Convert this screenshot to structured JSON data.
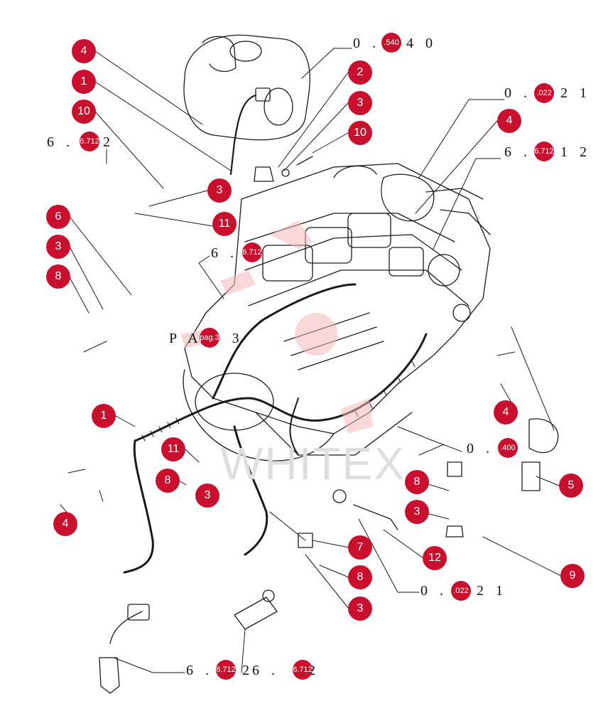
{
  "palette": {
    "callout": "#c8102e",
    "line": "#1a1a1a",
    "watermark": "#dedede",
    "logo": "#f2b8b8"
  },
  "watermark_text": "WHITEX",
  "callouts": [
    {
      "id": "c1",
      "label": "4"
    },
    {
      "id": "c2",
      "label": "1"
    },
    {
      "id": "c3",
      "label": "10"
    },
    {
      "id": "c4",
      "label": "2"
    },
    {
      "id": "c5",
      "label": "3"
    },
    {
      "id": "c6",
      "label": "10"
    },
    {
      "id": "c7",
      "label": "4"
    },
    {
      "id": "c8",
      "label": "3"
    },
    {
      "id": "c9",
      "label": "11"
    },
    {
      "id": "c10",
      "label": "6"
    },
    {
      "id": "c11",
      "label": "3"
    },
    {
      "id": "c12",
      "label": "8"
    },
    {
      "id": "c13",
      "label": "1"
    },
    {
      "id": "c14",
      "label": "11"
    },
    {
      "id": "c15",
      "label": "8"
    },
    {
      "id": "c16",
      "label": "3"
    },
    {
      "id": "c17",
      "label": "4"
    },
    {
      "id": "c18",
      "label": "4"
    },
    {
      "id": "c19",
      "label": "5"
    },
    {
      "id": "c20",
      "label": "8"
    },
    {
      "id": "c21",
      "label": "3"
    },
    {
      "id": "c22",
      "label": "9"
    },
    {
      "id": "c23",
      "label": "7"
    },
    {
      "id": "c24",
      "label": "8"
    },
    {
      "id": "c25",
      "label": "3"
    },
    {
      "id": "c26",
      "label": "12"
    }
  ],
  "references": [
    {
      "id": "r1",
      "pre": "0 . ",
      "dot": ".540",
      "post": "4 0"
    },
    {
      "id": "r2",
      "pre": "0 . ",
      "dot": ".022",
      "post": "2 1"
    },
    {
      "id": "r3",
      "pre": "6 . ",
      "dot": "6.712",
      "post": "1 2"
    },
    {
      "id": "r4",
      "pre": "6 . ",
      "dot": "6.712",
      "post": "2"
    },
    {
      "id": "r5",
      "pre": "6 . ",
      "dot": "6.712",
      "post": ""
    },
    {
      "id": "r6",
      "pre": "P A ",
      "dot": "pag.3",
      "post": "3"
    },
    {
      "id": "r7",
      "pre": "0 . ",
      "dot": ".400",
      "post": ""
    },
    {
      "id": "r8",
      "pre": "0 . ",
      "dot": ".022",
      "post": "2 1"
    },
    {
      "id": "r9",
      "pre": "6 . ",
      "dot": "6.712",
      "post": "2"
    },
    {
      "id": "r10",
      "pre": "6 . ",
      "dot": "6.712",
      "post": "2"
    }
  ]
}
